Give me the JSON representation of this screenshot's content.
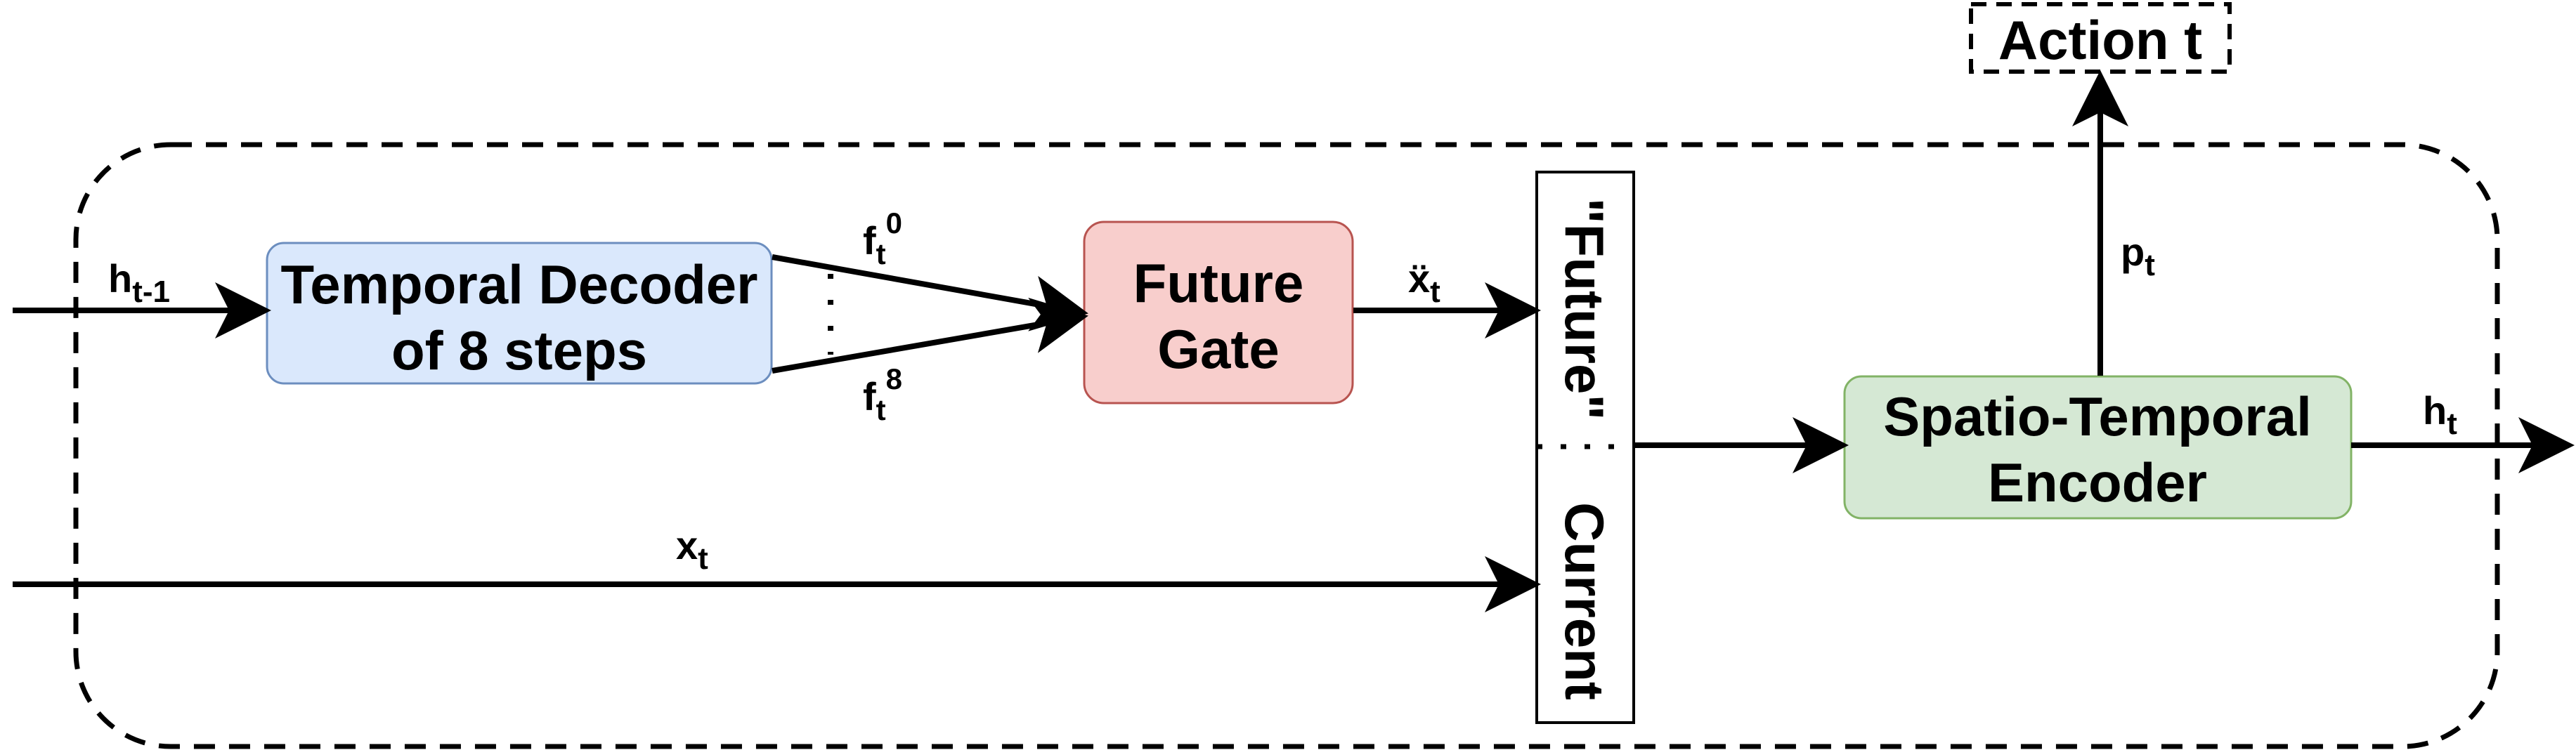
{
  "boxes": {
    "temporal_decoder": {
      "line1": "Temporal Decoder",
      "line2": "of 8 steps",
      "fill": "#dae8fc",
      "stroke": "#6c8ebf"
    },
    "future_gate": {
      "line1": "Future",
      "line2": "Gate",
      "fill": "#f8cecc",
      "stroke": "#b85450"
    },
    "spatio_temporal_encoder": {
      "line1": "Spatio-Temporal",
      "line2": "Encoder",
      "fill": "#d5e8d4",
      "stroke": "#82b366"
    },
    "concat_future_label": "\"Future\"",
    "concat_current_label": "Current",
    "action": "Action t"
  },
  "edges": {
    "h_prev": {
      "base": "h",
      "sub": "t-1"
    },
    "f_first": {
      "base": "f",
      "sub": "t",
      "sup": "0"
    },
    "f_last": {
      "base": "f",
      "sub": "t",
      "sup": "8"
    },
    "x_future": {
      "base": "ẍ",
      "sub": "t"
    },
    "x_t": {
      "base": "x",
      "sub": "t"
    },
    "p_t": {
      "base": "p",
      "sub": "t"
    },
    "h_t": {
      "base": "h",
      "sub": "t"
    }
  }
}
